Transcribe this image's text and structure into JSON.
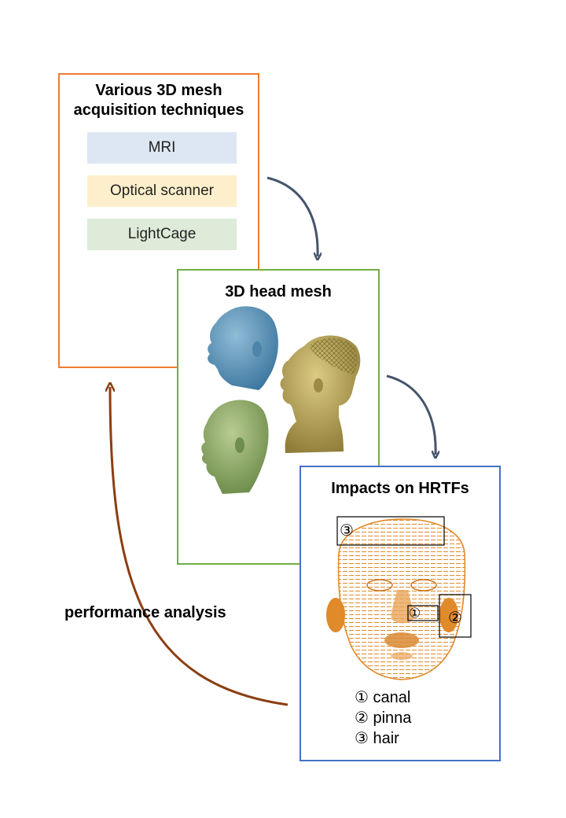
{
  "acquisition": {
    "title_line1": "Various 3D mesh",
    "title_line2": "acquisition techniques",
    "techniques": [
      "MRI",
      "Optical scanner",
      "LightCage"
    ]
  },
  "mesh": {
    "title": "3D head mesh"
  },
  "hrtf": {
    "title": "Impacts on HRTFs",
    "markers": [
      "③",
      "①",
      "②"
    ],
    "legend": [
      "① canal",
      "② pinna",
      "③ hair"
    ]
  },
  "loop_label": "performance analysis",
  "colors": {
    "acquisition_border": "#ED7D31",
    "mesh_border": "#70AD47",
    "hrtf_border": "#4472C4",
    "arrow_dark": "#44546A",
    "arrow_brown": "#8B3E12",
    "mri_fill": "#DCE7F3",
    "optical_fill": "#FDEFCB",
    "lightcage_fill": "#DDEBD8",
    "head_blue": "#5A93B5",
    "head_gold": "#B8A45A",
    "head_green": "#8FA96A",
    "pointcloud": "#E08A2A"
  },
  "icons": [
    "arrow-curved-down",
    "arrow-curved-up",
    "head-blue",
    "head-gold",
    "head-green",
    "head-pointcloud"
  ]
}
